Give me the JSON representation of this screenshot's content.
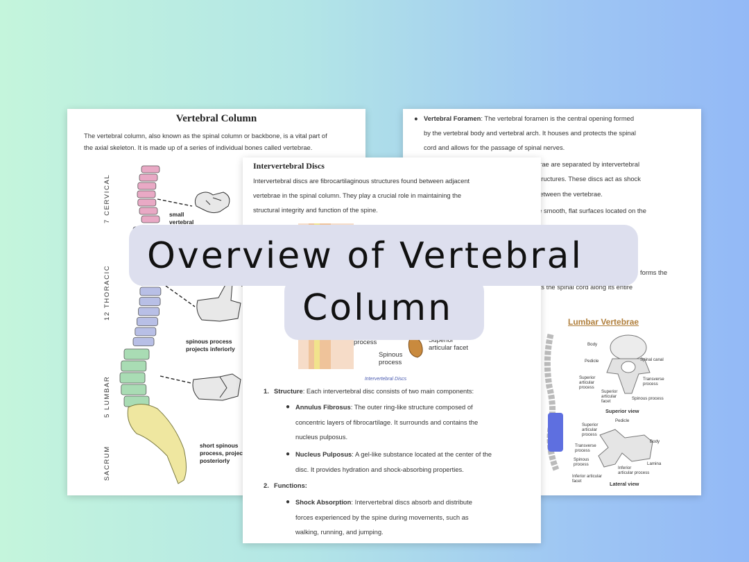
{
  "banner": {
    "line1": "Overview of Vertebral",
    "line2": "Column"
  },
  "left_page": {
    "title": "Vertebral Column",
    "intro_line1": "The vertebral column, also known as the spinal column or backbone, is a vital part of",
    "intro_line2": "the axial skeleton. It is made up of a series of individual bones called vertebrae.",
    "region_labels": [
      "7 CERVICAL",
      "12 THORACIC",
      "5 LUMBAR",
      "SACRUM"
    ],
    "annotations": {
      "cervical": "small\nvertebral",
      "thoracic": "spinous process\nprojects inferiorly",
      "lumbar": "short spinous\nprocess, projects\nposteriorly"
    }
  },
  "center_page": {
    "title": "Intervertebral Discs",
    "intro_line1": "Intervertebral discs are fibrocartilaginous structures found between adjacent",
    "intro_line2": "vertebrae in the spinal column. They play a crucial role in maintaining the",
    "intro_line3": "structural integrity and function of the spine.",
    "figure_labels": {
      "process": "process",
      "spinous": "Spinous\nprocess",
      "superior": "Superior\narticular facet"
    },
    "caption": "Intervertebral Discs",
    "list": {
      "n1": "1.",
      "structure_term": "Structure",
      "structure_text": ": Each intervertebral disc consists of two main components:",
      "annulus_term": "Annulus Fibrosus",
      "annulus_l1": ": The outer ring-like structure composed of",
      "annulus_l2": "concentric layers of fibrocartilage. It surrounds and contains the",
      "annulus_l3": "nucleus pulposus.",
      "nucleus_term": "Nucleus Pulposus",
      "nucleus_l1": ": A gel-like substance located at the center of the",
      "nucleus_l2": "disc. It provides hydration and shock-absorbing properties.",
      "n2": "2.",
      "functions_term": "Functions:",
      "shock_term": "Shock Absorption",
      "shock_l1": ": Intervertebral discs absorb and distribute",
      "shock_l2": "forces experienced by the spine during movements, such as",
      "shock_l3": "walking, running, and jumping."
    }
  },
  "right_page": {
    "foramen_term": "Vertebral Foramen",
    "foramen_l1": ": The vertebral foramen is the central opening formed",
    "foramen_l2": "by the vertebral body and vertebral arch. It houses and protects the spinal",
    "foramen_l3": "cord and allows for the passage of spinal nerves.",
    "frag1": "brae are separated by intervertebral",
    "frag2": "structures. These discs act as shock",
    "frag3": "between the vertebrae.",
    "frag4": "re smooth, flat surfaces located on the",
    "frag5": "forms the",
    "frag6": "cts the spinal cord along its entire",
    "lumbar_heading": "Lumbar Vertebrae",
    "superior_labels": {
      "body": "Body",
      "pedicle": "Pedicle",
      "spinal_canal": "Spinal canal",
      "transverse": "Transverse\nprocess",
      "sup_artic": "Superior\narticular\nprocess",
      "sup_artic_facet": "Superior\narticular\nfacet",
      "spinous": "Spinous process",
      "view": "Superior view"
    },
    "lateral_labels": {
      "pedicle": "Pedicle",
      "sup_artic": "Superior\narticular\nprocess",
      "body": "Body",
      "transverse": "Transverse\nprocess",
      "spinous": "Spinous\nprocess",
      "inf_artic_process": "Inferior\narticular process",
      "lamina": "Lamina",
      "inf_artic_facet": "Inferior articular\nfacet",
      "view": "Lateral view"
    }
  },
  "colors": {
    "cervical": "#e9a9c5",
    "thoracic": "#b8bfe6",
    "lumbar": "#a9dcb4",
    "sacrum": "#efe7a0",
    "lumbar_highlight": "#5e6fe0",
    "heading_brown": "#b07f3c",
    "banner_bg": "#dddfee"
  }
}
